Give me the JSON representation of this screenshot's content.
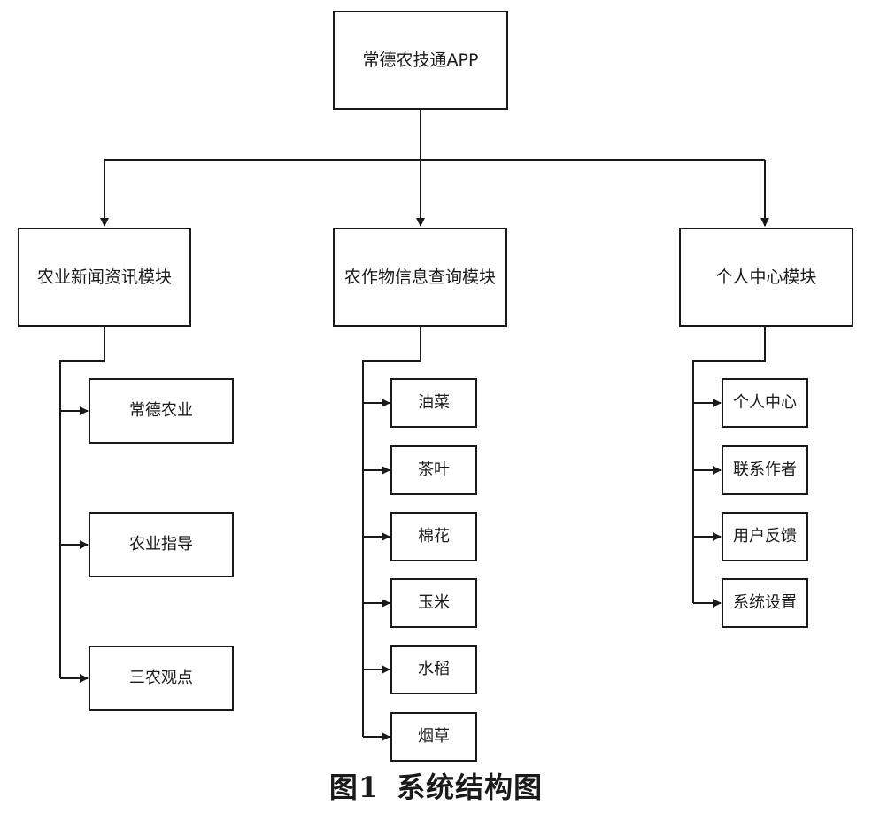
{
  "root": {
    "label": "常德农技通APP"
  },
  "modules": [
    {
      "label": "农业新闻资讯模块",
      "children": [
        "常德农业",
        "农业指导",
        "三农观点"
      ]
    },
    {
      "label": "农作物信息查询模块",
      "children": [
        "油菜",
        "茶叶",
        "棉花",
        "玉米",
        "水稻",
        "烟草"
      ]
    },
    {
      "label": "个人中心模块",
      "children": [
        "个人中心",
        "联系作者",
        "用户反馈",
        "系统设置"
      ]
    }
  ],
  "caption": {
    "figure_number": "图1",
    "title": "系统结构图"
  },
  "colors": {
    "line": "#1a1a1a",
    "box_border": "#1a1a1a",
    "background": "#ffffff"
  }
}
